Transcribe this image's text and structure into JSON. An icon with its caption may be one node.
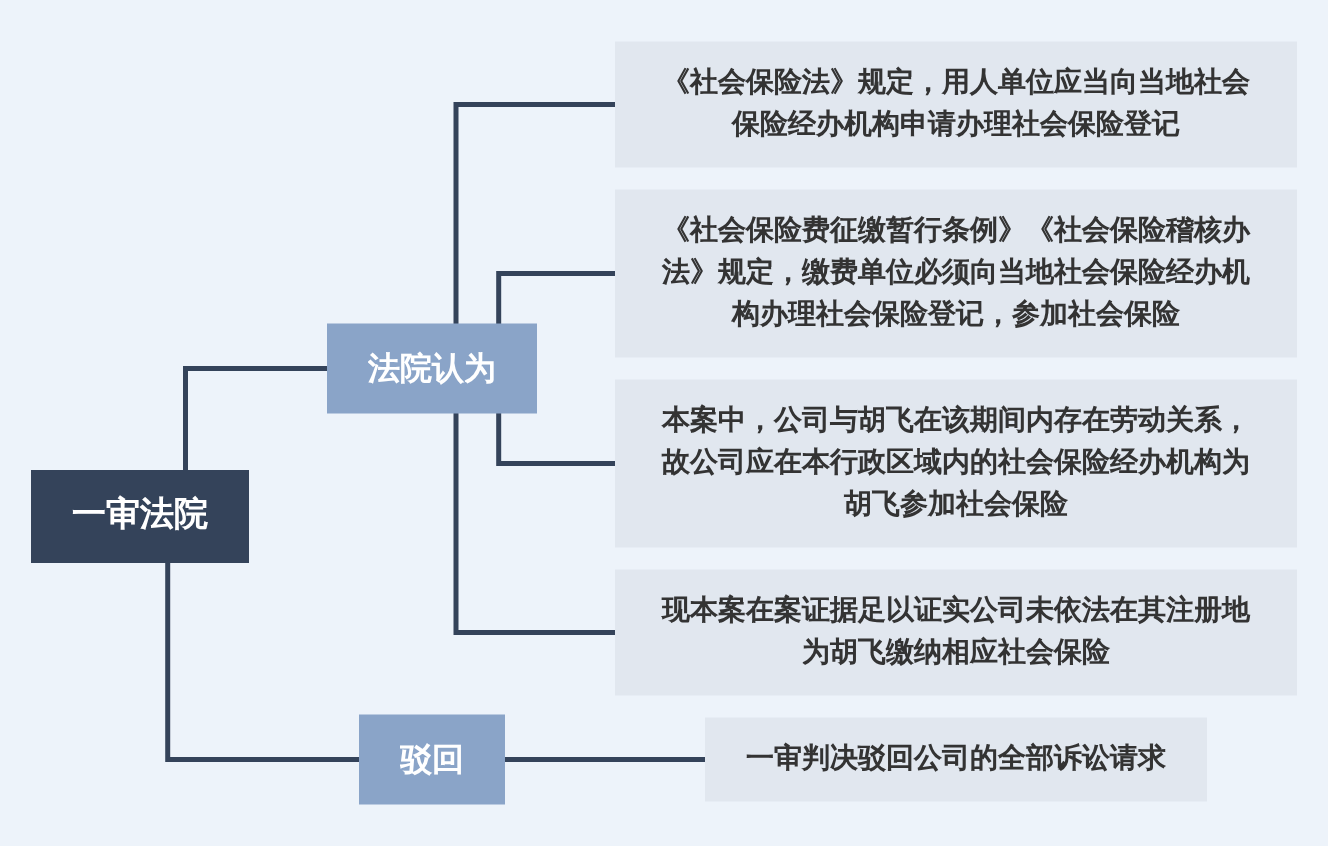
{
  "diagram": {
    "nodes": [
      {
        "text": [
          "一审法院"
        ]
      },
      {
        "text": [
          "法院认为"
        ]
      },
      {
        "text": [
          "《社会保险法》规定，用人单位应当向当地社会保险经办机构申请办理社会保险登记"
        ]
      },
      {
        "text": [
          "《社会保险费征缴暂行条例》《社会保险稽核办法》规定，缴费单位必须向当地社会保险经办机构办理社会保险登记，参加社会保险"
        ]
      },
      {
        "text": [
          "本案中，公司与胡飞在该期间内存在劳动关系，故公司应在本行政区域内的社会保险经办机构为胡飞参加社会保险"
        ]
      },
      {
        "text": [
          "现本案在案证据足以证实公司未依法在其注册地为胡飞缴纳相应社会保险"
        ]
      },
      {
        "text": [
          "驳回"
        ]
      },
      {
        "text": [
          "一审判决驳回公司的全部诉讼请求"
        ]
      }
    ],
    "edges": [
      {
        "from": 0,
        "to": 1,
        "arrow": "none"
      },
      {
        "from": 1,
        "to": 2,
        "arrow": "none"
      },
      {
        "from": 1,
        "to": 3,
        "arrow": "none"
      },
      {
        "from": 1,
        "to": 4,
        "arrow": "none"
      },
      {
        "from": 1,
        "to": 5,
        "arrow": "none"
      },
      {
        "from": 0,
        "to": 6,
        "arrow": "none"
      },
      {
        "from": 6,
        "to": 7,
        "arrow": "none"
      }
    ]
  }
}
